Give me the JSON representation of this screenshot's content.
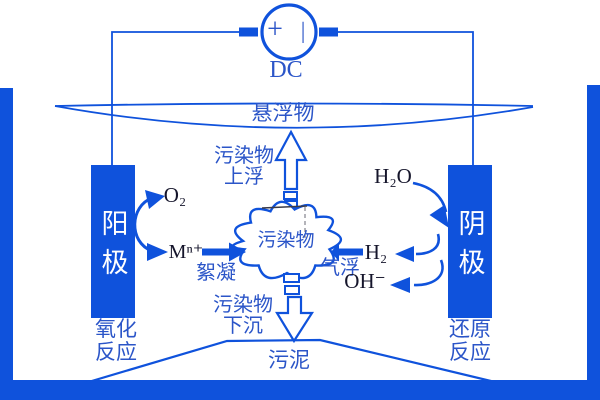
{
  "colors": {
    "primary_blue": "#0F52DC",
    "label_blue": "#2B55C8",
    "chem_ink": "#15152B",
    "background": "#FFFFFF"
  },
  "power_supply": {
    "dc_label": "DC",
    "positive_terminal": "+",
    "negative_terminal": "|"
  },
  "electrodes": {
    "anode": "阳极",
    "cathode": "阴极",
    "anode_reaction": "氧化\n反应",
    "cathode_reaction": "还原\n反应"
  },
  "process_labels": {
    "suspended_matter": "悬浮物",
    "pollutant_float_up": "污染物\n上浮",
    "pollutant_cloud": "污染物",
    "flocculation": "絮凝",
    "air_flotation": "气浮",
    "pollutant_sink": "污染物\n下沉",
    "sludge": "污泥"
  },
  "chemicals": {
    "oxygen": "O₂",
    "metal_ion": "Mⁿ⁺",
    "water": "H₂O",
    "hydrogen": "H₂",
    "hydroxide": "OH⁻"
  }
}
